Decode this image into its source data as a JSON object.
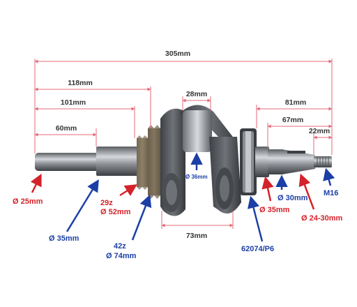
{
  "colors": {
    "dimension_line": "#e46a7a",
    "dimension_text": "#333333",
    "red_label": "#d4222a",
    "blue_label": "#1b3fa6",
    "metal_dark": "#4a4d52",
    "metal_light": "#c9ccd0"
  },
  "dimensions": {
    "overall": "305mm",
    "d118": "118mm",
    "d101": "101mm",
    "d60": "60mm",
    "d28": "28mm",
    "d81": "81mm",
    "d67": "67mm",
    "d22": "22mm",
    "d73": "73mm"
  },
  "labels": {
    "phi25": "Ø 25mm",
    "phi35_left": "Ø 35mm",
    "gear_small_teeth": "29z",
    "gear_small_dia": "Ø 52mm",
    "gear_big_teeth": "42z",
    "gear_big_dia": "Ø 74mm",
    "crankpin": "Ø 36mm",
    "bearing": "62074/P6",
    "phi35_right": "Ø 35mm",
    "phi30": "Ø 30mm",
    "taper": "Ø 24-30mm",
    "thread": "M16"
  }
}
